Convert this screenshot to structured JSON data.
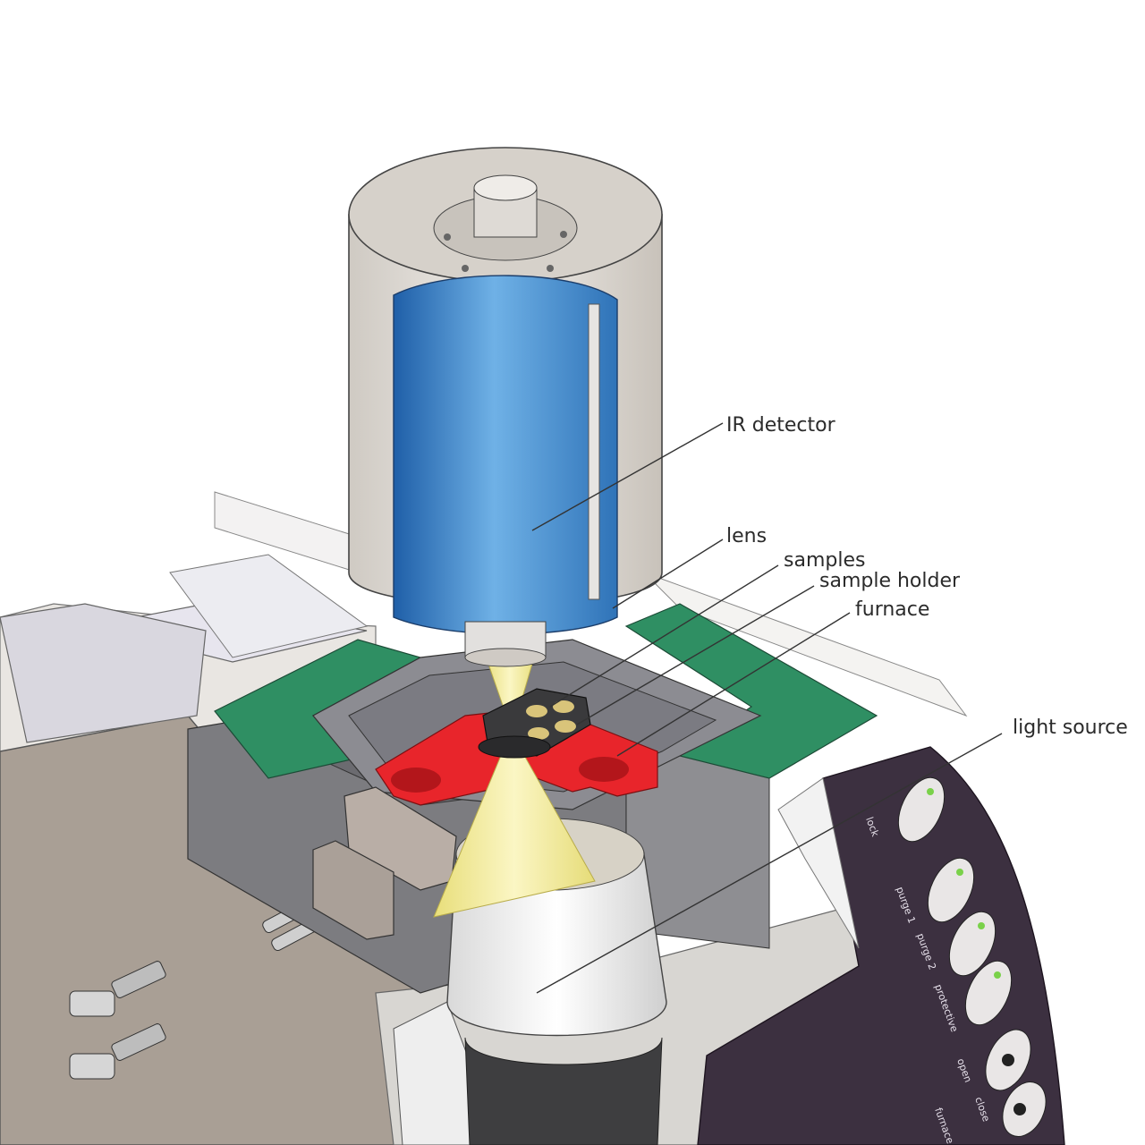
{
  "labels": {
    "ir_detector": "IR detector",
    "lens": "lens",
    "samples": "samples",
    "sample_holder": "sample holder",
    "furnace": "furnace",
    "light_source": "light source"
  },
  "panel": {
    "lock": "lock",
    "purge1": "purge 1",
    "purge2": "purge 2",
    "protective": "protective",
    "open": "open",
    "close": "close",
    "furnace": "furnace"
  },
  "colors": {
    "detector_blue": "#3f86c9",
    "furnace_red": "#e8252b",
    "board_green": "#2f8f63",
    "beam_yellow": "#f4efa0",
    "panel_purple": "#3c3040",
    "housing_gray": "#a49a8f"
  }
}
